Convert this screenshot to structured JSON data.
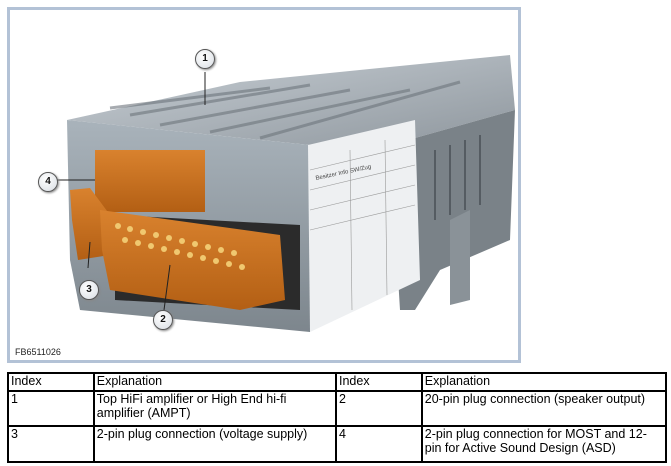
{
  "figure": {
    "id": "FB6511026",
    "callouts": [
      "1",
      "2",
      "3",
      "4"
    ],
    "label_text": "Besitzer Info SW/Zug"
  },
  "table": {
    "headers": [
      "Index",
      "Explanation",
      "Index",
      "Explanation"
    ],
    "rows": [
      [
        "1",
        "Top HiFi amplifier or High End hi-fi amplifier (AMPT)",
        "2",
        "20-pin plug connection (speaker output)"
      ],
      [
        "3",
        "2-pin plug connection (voltage supply)",
        "4",
        "2-pin plug connection for MOST and 12-pin for Active Sound Design (ASD)"
      ]
    ]
  }
}
